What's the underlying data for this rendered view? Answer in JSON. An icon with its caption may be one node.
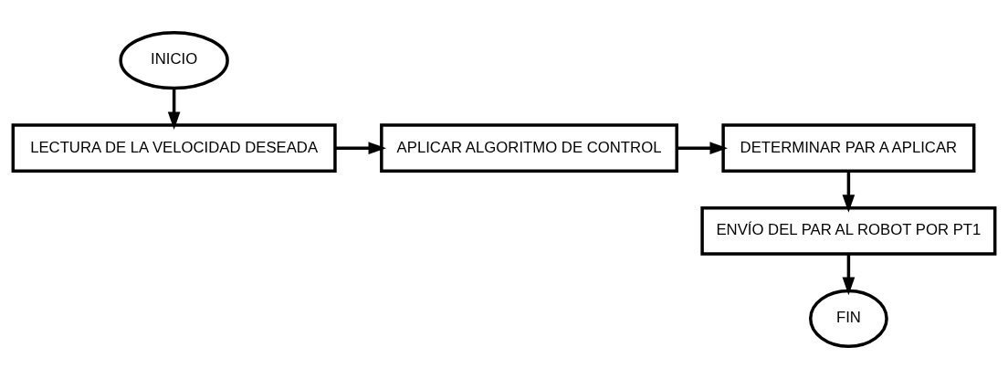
{
  "diagram": {
    "nodes": [
      {
        "text": [
          "INICIO"
        ]
      },
      {
        "text": [
          "LECTURA DE LA VELOCIDAD DESEADA"
        ]
      },
      {
        "text": [
          "APLICAR ALGORITMO DE CONTROL"
        ]
      },
      {
        "text": [
          "DETERMINAR PAR A APLICAR"
        ]
      },
      {
        "text": [
          "ENVÍO DEL PAR AL ROBOT POR PT1"
        ]
      },
      {
        "text": [
          "FIN"
        ]
      }
    ],
    "edges": [
      {
        "from": 0,
        "to": 1,
        "arrow": "to"
      },
      {
        "from": 1,
        "to": 2,
        "arrow": "to"
      },
      {
        "from": 2,
        "to": 3,
        "arrow": "to"
      },
      {
        "from": 3,
        "to": 4,
        "arrow": "to"
      },
      {
        "from": 4,
        "to": 5,
        "arrow": "to"
      }
    ]
  }
}
